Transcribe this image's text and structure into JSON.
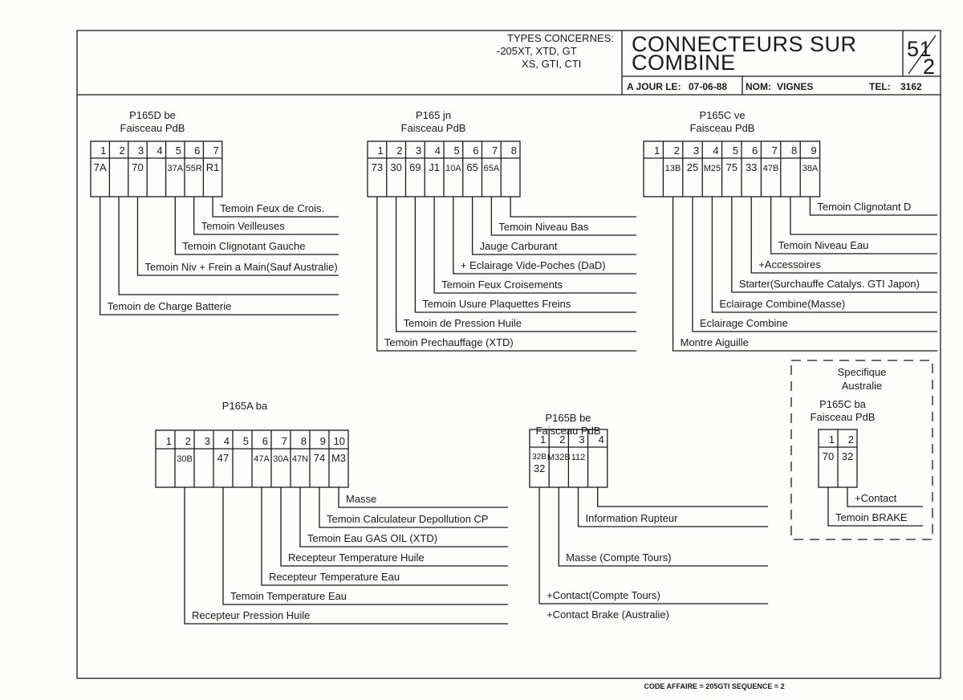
{
  "title_block": {
    "types_heading": "TYPES CONCERNES:",
    "types_line1": "-205XT, XTD, GT",
    "types_line2": "XS, GTI, CTI",
    "title_line1": "CONNECTEURS SUR",
    "title_line2": "COMBINE",
    "page_num": "51",
    "page_den": "2",
    "date_label": "A JOUR LE:",
    "date_value": "07-06-88",
    "name_label": "NOM:",
    "name_value": "VIGNES",
    "tel_label": "TEL:",
    "tel_value": "3162"
  },
  "connectors": [
    {
      "title": "P165D be",
      "subtitle": "Faisceau PdB",
      "pins": [
        {
          "num": "1",
          "code": "7A"
        },
        {
          "num": "2",
          "code": ""
        },
        {
          "num": "3",
          "code": "70"
        },
        {
          "num": "4",
          "code": ""
        },
        {
          "num": "5",
          "code": "37A"
        },
        {
          "num": "6",
          "code": "55R"
        },
        {
          "num": "7",
          "code": "R1"
        }
      ],
      "wires": [
        {
          "pin": 7,
          "label": "Temoin Feux de Crois."
        },
        {
          "pin": 6,
          "label": "Temoin Veilleuses"
        },
        {
          "pin": 5,
          "label": "Temoin Clignotant Gauche"
        },
        {
          "pin": 3,
          "label": "Temoin Niv + Frein a Main(Sauf Australie)"
        },
        {
          "pin": 2,
          "label": ""
        },
        {
          "pin": 1,
          "label": "Temoin de Charge Batterie"
        }
      ]
    },
    {
      "title": "P165 jn",
      "subtitle": "Faisceau PdB",
      "pins": [
        {
          "num": "1",
          "code": "73"
        },
        {
          "num": "2",
          "code": "30"
        },
        {
          "num": "3",
          "code": "69"
        },
        {
          "num": "4",
          "code": "J1"
        },
        {
          "num": "5",
          "code": "10A"
        },
        {
          "num": "6",
          "code": "65"
        },
        {
          "num": "7",
          "code": "65A"
        },
        {
          "num": "8",
          "code": ""
        }
      ],
      "wires": [
        {
          "pin": 8,
          "label": ""
        },
        {
          "pin": 7,
          "label": "Temoin Niveau Bas"
        },
        {
          "pin": 6,
          "label": "Jauge Carburant"
        },
        {
          "pin": 5,
          "label": "+ Eclairage Vide-Poches (DaD)"
        },
        {
          "pin": 4,
          "label": "Temoin Feux Croisements"
        },
        {
          "pin": 3,
          "label": "Temoin Usure Plaquettes Freins"
        },
        {
          "pin": 2,
          "label": "Temoin de Pression Huile"
        },
        {
          "pin": 1,
          "label": "Temoin Prechauffage (XTD)"
        }
      ]
    },
    {
      "title": "P165C ve",
      "subtitle": "Faisceau PdB",
      "pins": [
        {
          "num": "1",
          "code": ""
        },
        {
          "num": "2",
          "code": "13B"
        },
        {
          "num": "3",
          "code": "25"
        },
        {
          "num": "4",
          "code": "M25"
        },
        {
          "num": "5",
          "code": "75"
        },
        {
          "num": "6",
          "code": "33"
        },
        {
          "num": "7",
          "code": "47B"
        },
        {
          "num": "8",
          "code": ""
        },
        {
          "num": "9",
          "code": "38A"
        }
      ],
      "wires": [
        {
          "pin": 9,
          "label": "Temoin Clignotant D"
        },
        {
          "pin": 8,
          "label": ""
        },
        {
          "pin": 7,
          "label": "Temoin Niveau Eau"
        },
        {
          "pin": 6,
          "label": "+Accessoires"
        },
        {
          "pin": 5,
          "label": "Starter(Surchauffe Catalys. GTI Japon)"
        },
        {
          "pin": 4,
          "label": "Eclairage Combine(Masse)"
        },
        {
          "pin": 3,
          "label": "Eclairage Combine"
        },
        {
          "pin": 2,
          "label": "Montre Aiguille"
        }
      ]
    },
    {
      "title": "P165A ba",
      "subtitle": "",
      "pins": [
        {
          "num": "1",
          "code": ""
        },
        {
          "num": "2",
          "code": "30B"
        },
        {
          "num": "3",
          "code": ""
        },
        {
          "num": "4",
          "code": "47"
        },
        {
          "num": "5",
          "code": ""
        },
        {
          "num": "6",
          "code": "47A"
        },
        {
          "num": "7",
          "code": "30A"
        },
        {
          "num": "8",
          "code": "47N"
        },
        {
          "num": "9",
          "code": "74"
        },
        {
          "num": "10",
          "code": "M3"
        }
      ],
      "wires": [
        {
          "pin": 10,
          "label": "Masse"
        },
        {
          "pin": 9,
          "label": "Temoin Calculateur Depollution CP"
        },
        {
          "pin": 8,
          "label": "Temoin Eau GAS OIL (XTD)"
        },
        {
          "pin": 7,
          "label": "Recepteur Temperature Huile"
        },
        {
          "pin": 6,
          "label": "Recepteur Temperature Eau"
        },
        {
          "pin": 4,
          "label": "Temoin Temperature Eau"
        },
        {
          "pin": 2,
          "label": "Recepteur Pression Huile"
        }
      ]
    },
    {
      "title": "P165B be",
      "subtitle": "Faisceau PdB",
      "pins": [
        {
          "num": "1",
          "code": "32B 32"
        },
        {
          "num": "2",
          "code": "M32B"
        },
        {
          "num": "3",
          "code": "112"
        },
        {
          "num": "4",
          "code": ""
        }
      ],
      "wires": [
        {
          "pin": 4,
          "label": ""
        },
        {
          "pin": 3,
          "label": "Information Rupteur"
        },
        {
          "pin": 2,
          "label": "Masse (Compte Tours)"
        },
        {
          "pin": 1,
          "label": "+Contact(Compte Tours)",
          "below": "+Contact Brake (Australie)"
        }
      ]
    },
    {
      "title": "P165C ba",
      "subtitle": "Faisceau   PdB",
      "group_line1": "Specifique",
      "group_line2": "Australie",
      "pins": [
        {
          "num": "1",
          "code": "70"
        },
        {
          "num": "2",
          "code": "32"
        }
      ],
      "wires": [
        {
          "pin": 2,
          "label": "+Contact"
        },
        {
          "pin": 1,
          "label": "Temoin BRAKE"
        }
      ]
    }
  ],
  "footer": {
    "code": "CODE AFFAIRE = 205GTI SEQUENCE = 2"
  }
}
